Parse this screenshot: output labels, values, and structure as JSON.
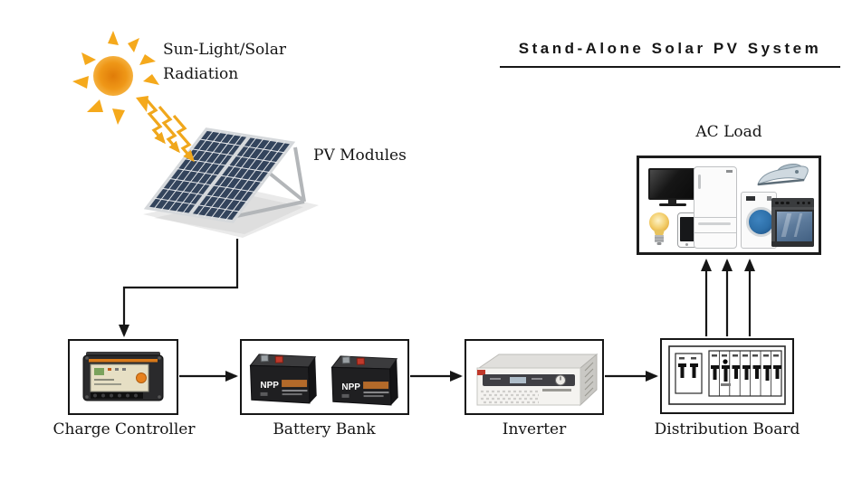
{
  "header": {
    "title": "Stand-Alone Solar PV System"
  },
  "sun": {
    "label_line1": "Sun-Light/Solar",
    "label_line2": "Radiation"
  },
  "pv_modules": {
    "label": "PV Modules"
  },
  "ac_load": {
    "label": "AC Load",
    "appliances": [
      "tv",
      "light-bulb",
      "smartphone",
      "refrigerator",
      "iron",
      "washing-machine",
      "stove"
    ]
  },
  "components": {
    "charge_controller": {
      "label": "Charge Controller"
    },
    "battery_bank": {
      "label": "Battery Bank",
      "battery_brand": "NPP",
      "battery_count": 2
    },
    "inverter": {
      "label": "Inverter"
    },
    "distribution_board": {
      "label": "Distribution Board",
      "breaker_groups": [
        2,
        7
      ]
    }
  },
  "connections": [
    {
      "from": "sun",
      "to": "pv-modules",
      "style": "zigzag-radiation-arrows",
      "arrows": 3
    },
    {
      "from": "pv-modules",
      "to": "charge-controller",
      "arrows": 1
    },
    {
      "from": "charge-controller",
      "to": "battery-bank",
      "arrows": 1
    },
    {
      "from": "battery-bank",
      "to": "inverter",
      "arrows": 1
    },
    {
      "from": "inverter",
      "to": "distribution-board",
      "arrows": 1
    },
    {
      "from": "distribution-board",
      "to": "ac-load",
      "arrows": 3
    }
  ],
  "colors": {
    "line": "#161616",
    "sun_core": "#e8830c",
    "sun_ray": "#f5a91c",
    "radiation_arrow": "#f0a71c",
    "panel_cell": "#33445c",
    "washer_door": "#2d6fa8",
    "stove_glass": "#5d7b9c",
    "battery_body": "#1f1f21",
    "terminal_red": "#c0392b"
  }
}
